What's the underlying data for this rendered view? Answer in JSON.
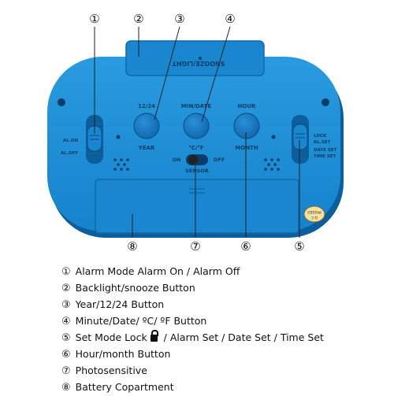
{
  "callouts": [
    "①",
    "②",
    "③",
    "④",
    "⑤",
    "⑥",
    "⑦",
    "⑧"
  ],
  "device": {
    "snooze_label": "SNOOZE/LIGHT",
    "btn_12_24": "12/24",
    "btn_year": "YEAR",
    "btn_min_date": "MIN/DATE",
    "btn_c_f": "°C/°F",
    "btn_hour": "HOUR",
    "btn_month": "MONTH",
    "al_on": "AL.ON",
    "al_off": "AL.OFF",
    "lock": "LOCK",
    "al_set": "AL.SET",
    "date_set": "DATE SET",
    "time_set": "TIME SET",
    "sensor_on": "ON",
    "sensor_off": "OFF",
    "sensor": "SENSOR",
    "qc_1": "Q.C",
    "qc_2": "PASSED"
  },
  "legend": [
    {
      "num": "①",
      "pre": "Alarm Mode    Alarm On / Alarm Off"
    },
    {
      "num": "②",
      "pre": "Backlight/snooze Button"
    },
    {
      "num": "③",
      "pre": "Year/12/24 Button"
    },
    {
      "num": "④",
      "pre": "Minute/Date/ ºC/ ºF Button"
    },
    {
      "num": "⑤",
      "pre": "Set Mode   Lock",
      "post": " / Alarm Set / Date Set / Time Set"
    },
    {
      "num": "⑥",
      "pre": "Hour/month Button"
    },
    {
      "num": "⑦",
      "pre": "Photosensitive"
    },
    {
      "num": "⑧",
      "pre": "Battery Copartment"
    }
  ],
  "colors": {
    "body": "#1a8fd8",
    "shadow": "#0c5f9c",
    "button": "#1472bb",
    "line": "#222222"
  },
  "icons": {
    "lock": "lock-icon"
  }
}
